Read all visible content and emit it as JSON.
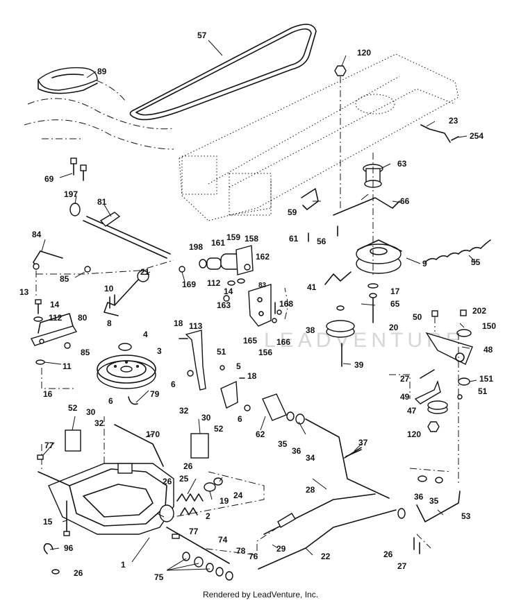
{
  "footer": "Rendered by LeadVenture, Inc.",
  "watermark": "LEADVENTURE",
  "callouts": [
    {
      "id": "c57",
      "text": "57"
    },
    {
      "id": "c120a",
      "text": "120"
    },
    {
      "id": "c89",
      "text": "89"
    },
    {
      "id": "c23",
      "text": "23"
    },
    {
      "id": "c254",
      "text": "254"
    },
    {
      "id": "c69",
      "text": "69"
    },
    {
      "id": "c63",
      "text": "63"
    },
    {
      "id": "c197",
      "text": "197"
    },
    {
      "id": "c81",
      "text": "81"
    },
    {
      "id": "c59",
      "text": "59"
    },
    {
      "id": "c66",
      "text": "66"
    },
    {
      "id": "c84",
      "text": "84"
    },
    {
      "id": "c61",
      "text": "61"
    },
    {
      "id": "c56",
      "text": "56"
    },
    {
      "id": "c198",
      "text": "198"
    },
    {
      "id": "c161",
      "text": "161"
    },
    {
      "id": "c159",
      "text": "159"
    },
    {
      "id": "c158",
      "text": "158"
    },
    {
      "id": "c9",
      "text": "9"
    },
    {
      "id": "c55",
      "text": "55"
    },
    {
      "id": "c162",
      "text": "162"
    },
    {
      "id": "c21",
      "text": "21"
    },
    {
      "id": "c85a",
      "text": "85"
    },
    {
      "id": "c169",
      "text": "169"
    },
    {
      "id": "c112a",
      "text": "112"
    },
    {
      "id": "c14a",
      "text": "14"
    },
    {
      "id": "c83",
      "text": "83"
    },
    {
      "id": "c41",
      "text": "41"
    },
    {
      "id": "c17",
      "text": "17"
    },
    {
      "id": "c10",
      "text": "10"
    },
    {
      "id": "c13",
      "text": "13"
    },
    {
      "id": "c163",
      "text": "163"
    },
    {
      "id": "c65",
      "text": "65"
    },
    {
      "id": "c168",
      "text": "168"
    },
    {
      "id": "c14b",
      "text": "14"
    },
    {
      "id": "c112b",
      "text": "112"
    },
    {
      "id": "c80",
      "text": "80"
    },
    {
      "id": "c8",
      "text": "8"
    },
    {
      "id": "c18a",
      "text": "18"
    },
    {
      "id": "c113",
      "text": "113"
    },
    {
      "id": "c50",
      "text": "50"
    },
    {
      "id": "c202",
      "text": "202"
    },
    {
      "id": "c150",
      "text": "150"
    },
    {
      "id": "c38",
      "text": "38"
    },
    {
      "id": "c20",
      "text": "20"
    },
    {
      "id": "c4",
      "text": "4"
    },
    {
      "id": "c165",
      "text": "165"
    },
    {
      "id": "c166",
      "text": "166"
    },
    {
      "id": "c156",
      "text": "156"
    },
    {
      "id": "c85b",
      "text": "85"
    },
    {
      "id": "c3",
      "text": "3"
    },
    {
      "id": "c51a",
      "text": "51"
    },
    {
      "id": "c48",
      "text": "48"
    },
    {
      "id": "c11",
      "text": "11"
    },
    {
      "id": "c39",
      "text": "39"
    },
    {
      "id": "c5",
      "text": "5"
    },
    {
      "id": "c27a",
      "text": "27"
    },
    {
      "id": "c151",
      "text": "151"
    },
    {
      "id": "c18b",
      "text": "18"
    },
    {
      "id": "c6a",
      "text": "6"
    },
    {
      "id": "c79",
      "text": "79"
    },
    {
      "id": "c49",
      "text": "49"
    },
    {
      "id": "c51b",
      "text": "51"
    },
    {
      "id": "c16",
      "text": "16"
    },
    {
      "id": "c6b",
      "text": "6"
    },
    {
      "id": "c6c",
      "text": "6"
    },
    {
      "id": "c47",
      "text": "47"
    },
    {
      "id": "c52a",
      "text": "52"
    },
    {
      "id": "c30a",
      "text": "30"
    },
    {
      "id": "c32a",
      "text": "32"
    },
    {
      "id": "c32b",
      "text": "32"
    },
    {
      "id": "c30b",
      "text": "30"
    },
    {
      "id": "c62",
      "text": "62"
    },
    {
      "id": "c120b",
      "text": "120"
    },
    {
      "id": "c52b",
      "text": "52"
    },
    {
      "id": "c170",
      "text": "170"
    },
    {
      "id": "c35a",
      "text": "35"
    },
    {
      "id": "c36a",
      "text": "36"
    },
    {
      "id": "c37",
      "text": "37"
    },
    {
      "id": "c77a",
      "text": "77"
    },
    {
      "id": "c34",
      "text": "34"
    },
    {
      "id": "c26a",
      "text": "26"
    },
    {
      "id": "c25",
      "text": "25"
    },
    {
      "id": "c26b",
      "text": "26"
    },
    {
      "id": "c24",
      "text": "24"
    },
    {
      "id": "c19",
      "text": "19"
    },
    {
      "id": "c28",
      "text": "28"
    },
    {
      "id": "c36b",
      "text": "36"
    },
    {
      "id": "c35b",
      "text": "35"
    },
    {
      "id": "c15",
      "text": "15"
    },
    {
      "id": "c2",
      "text": "2"
    },
    {
      "id": "c53",
      "text": "53"
    },
    {
      "id": "c77b",
      "text": "77"
    },
    {
      "id": "c96",
      "text": "96"
    },
    {
      "id": "c74",
      "text": "74"
    },
    {
      "id": "c29",
      "text": "29"
    },
    {
      "id": "c78",
      "text": "78"
    },
    {
      "id": "c22",
      "text": "22"
    },
    {
      "id": "c1",
      "text": "1"
    },
    {
      "id": "c76",
      "text": "76"
    },
    {
      "id": "c26c",
      "text": "26"
    },
    {
      "id": "c75",
      "text": "75"
    },
    {
      "id": "c26d",
      "text": "26"
    },
    {
      "id": "c27b",
      "text": "27"
    }
  ]
}
